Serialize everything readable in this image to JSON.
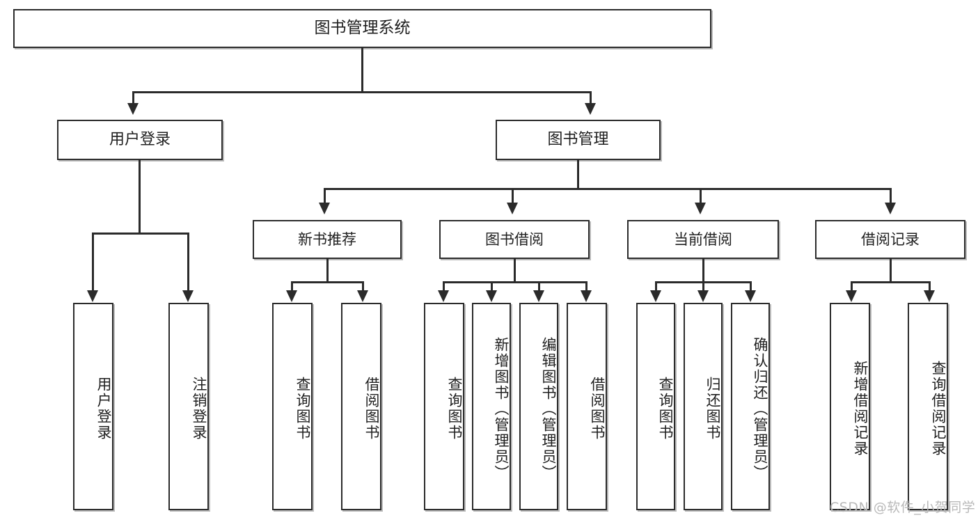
{
  "diagram": {
    "title": "图书管理系统",
    "type": "tree-hierarchy",
    "watermark": "CSDN @软件_小贺同学",
    "colors": {
      "stroke": "#2b2b2b",
      "fill": "#ffffff",
      "text": "#1f1f1f",
      "watermark": "#b9b9b9"
    }
  },
  "nodes": {
    "root": {
      "label": "图书管理系统"
    },
    "level1": [
      {
        "id": "user-login",
        "label": "用户登录"
      },
      {
        "id": "book-manage",
        "label": "图书管理"
      }
    ],
    "level2": [
      {
        "id": "new-book-recommend",
        "label": "新书推荐"
      },
      {
        "id": "book-borrow",
        "label": "图书借阅"
      },
      {
        "id": "current-borrow",
        "label": "当前借阅"
      },
      {
        "id": "borrow-record",
        "label": "借阅记录"
      }
    ],
    "leaves": [
      {
        "id": "leaf-user-login",
        "label": "用户登录",
        "parent": "user-login"
      },
      {
        "id": "leaf-user-logout",
        "label": "注销登录",
        "parent": "user-login"
      },
      {
        "id": "leaf-query-book-1",
        "label": "查询图书",
        "parent": "new-book-recommend"
      },
      {
        "id": "leaf-borrow-book-1",
        "label": "借阅图书",
        "parent": "new-book-recommend"
      },
      {
        "id": "leaf-query-book-2",
        "label": "查询图书",
        "parent": "book-borrow"
      },
      {
        "id": "leaf-add-book",
        "label": "新增图书（管理员）",
        "parent": "book-borrow"
      },
      {
        "id": "leaf-edit-book",
        "label": "编辑图书（管理员）",
        "parent": "book-borrow"
      },
      {
        "id": "leaf-borrow-book-2",
        "label": "借阅图书",
        "parent": "book-borrow"
      },
      {
        "id": "leaf-query-book-3",
        "label": "查询图书",
        "parent": "current-borrow"
      },
      {
        "id": "leaf-return-book",
        "label": "归还图书",
        "parent": "current-borrow"
      },
      {
        "id": "leaf-confirm-return",
        "label": "确认归还（管理员）",
        "parent": "current-borrow"
      },
      {
        "id": "leaf-add-record",
        "label": "新增借阅记录",
        "parent": "borrow-record"
      },
      {
        "id": "leaf-query-record",
        "label": "查询借阅记录",
        "parent": "borrow-record"
      }
    ]
  }
}
